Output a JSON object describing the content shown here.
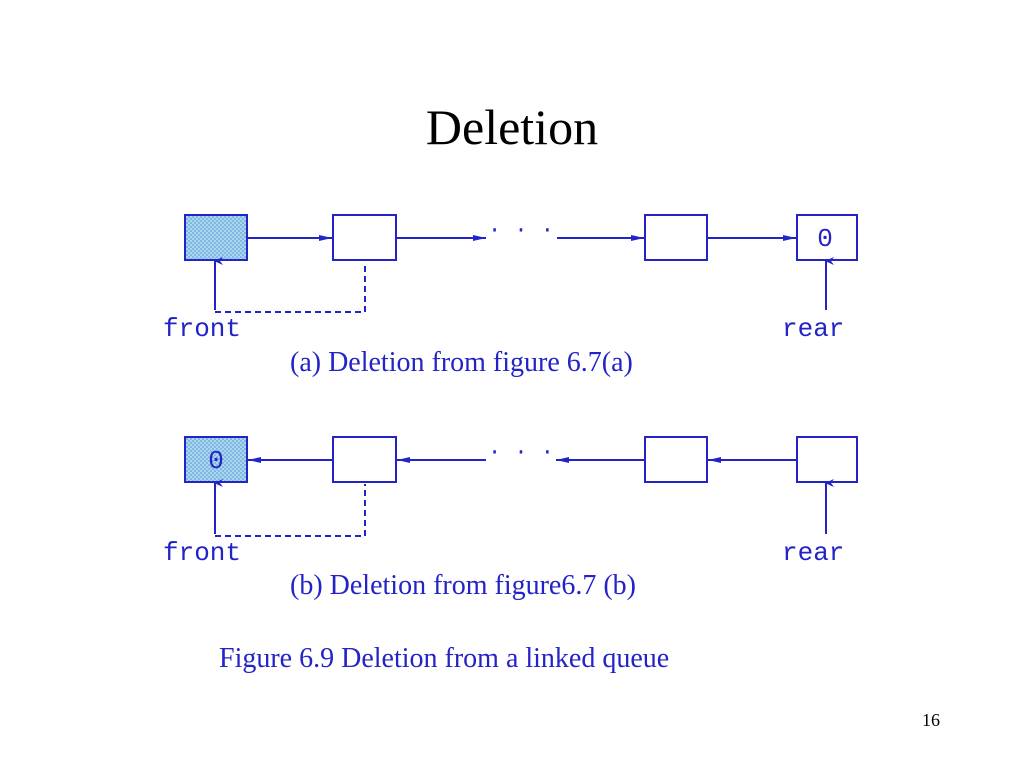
{
  "slide": {
    "title": "Deletion",
    "page_number": "16"
  },
  "diagram": {
    "colors": {
      "line": "#2323c8",
      "shaded_fill": "#a8d8f0",
      "shade_dots": "#5a8fd0"
    },
    "part_a": {
      "first_node_value": "",
      "last_node_value": "0",
      "ellipsis": "· · ·",
      "front_label": "front",
      "rear_label": "rear",
      "caption": "(a) Deletion from figure 6.7(a)"
    },
    "part_b": {
      "first_node_value": "0",
      "last_node_value": "",
      "ellipsis": "· · ·",
      "front_label": "front",
      "rear_label": "rear",
      "caption": "(b) Deletion from figure6.7 (b)"
    },
    "figure_caption": "Figure 6.9 Deletion from a linked queue"
  }
}
